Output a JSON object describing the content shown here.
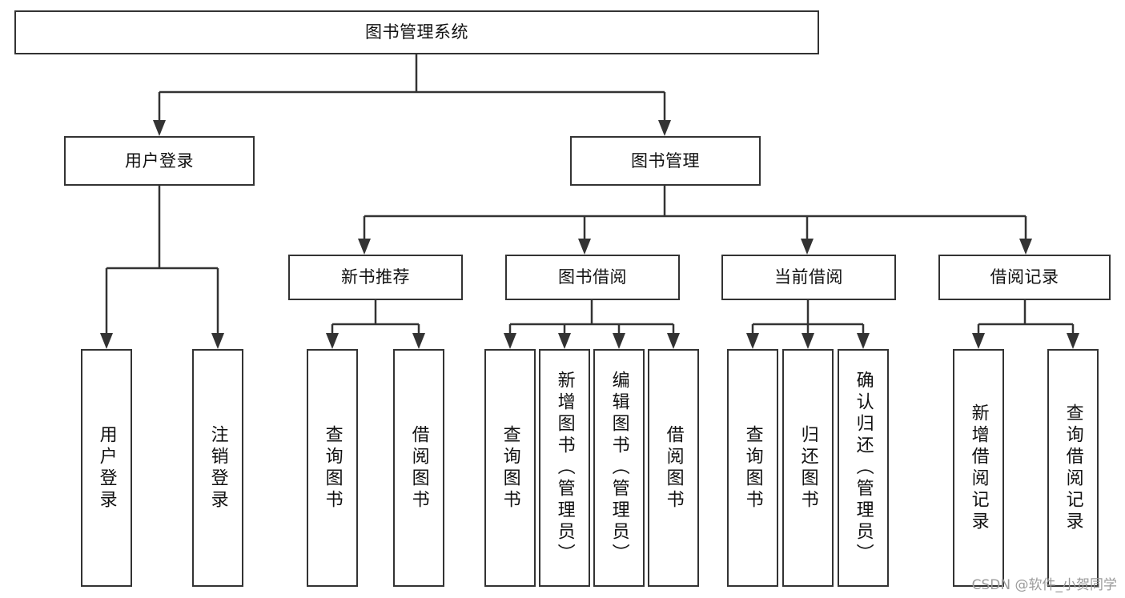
{
  "diagram": {
    "type": "tree",
    "title": "图书管理系统",
    "watermark": "CSDN @软件_小贺同学",
    "colors": {
      "stroke": "#333333",
      "fill": "#ffffff",
      "text": "#111111",
      "watermark": "#9a9a9a"
    },
    "root": {
      "label": "图书管理系统"
    },
    "level1": [
      {
        "label": "用户登录"
      },
      {
        "label": "图书管理"
      }
    ],
    "level2": [
      {
        "label": "新书推荐"
      },
      {
        "label": "图书借阅"
      },
      {
        "label": "当前借阅"
      },
      {
        "label": "借阅记录"
      }
    ],
    "leaves": {
      "user_login": [
        {
          "label": "用户登录"
        },
        {
          "label": "注销登录"
        }
      ],
      "new_book": [
        {
          "label": "查询图书"
        },
        {
          "label": "借阅图书"
        }
      ],
      "borrow_book": [
        {
          "label": "查询图书"
        },
        {
          "label": "新增图书（管理员）"
        },
        {
          "label": "编辑图书（管理员）"
        },
        {
          "label": "借阅图书"
        }
      ],
      "current_borrow": [
        {
          "label": "查询图书"
        },
        {
          "label": "归还图书"
        },
        {
          "label": "确认归还（管理员）"
        }
      ],
      "borrow_record": [
        {
          "label": "新增借阅记录"
        },
        {
          "label": "查询借阅记录"
        }
      ]
    }
  }
}
